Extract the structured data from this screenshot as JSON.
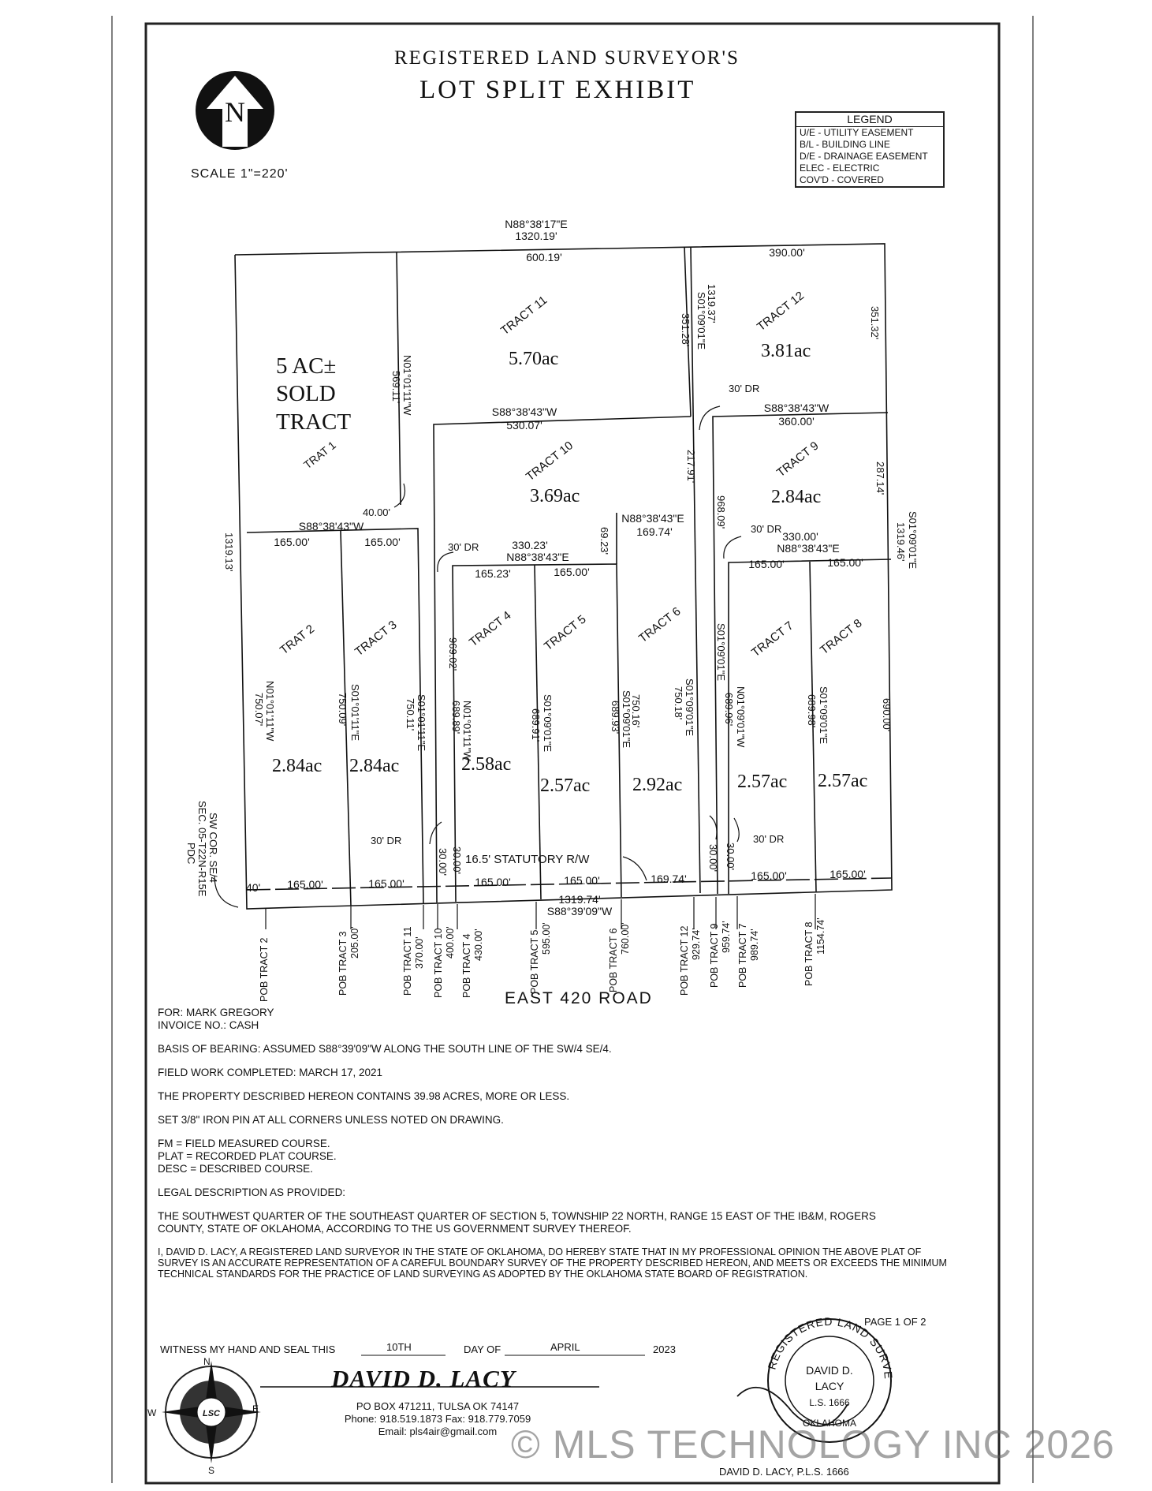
{
  "header": {
    "title_line1": "REGISTERED LAND SURVEYOR'S",
    "title_line2": "LOT SPLIT EXHIBIT",
    "north": "N",
    "scale": "SCALE 1\"=220'"
  },
  "legend": {
    "title": "LEGEND",
    "items": [
      "U/E - UTILITY EASEMENT",
      "B/L - BUILDING LINE",
      "D/E - DRAINAGE EASEMENT",
      "ELEC - ELECTRIC",
      "COV'D - COVERED"
    ]
  },
  "plat": {
    "top_bearing": "N88°38'17\"E",
    "top_distance": "1320.19'",
    "top_left_dist": "600.19'",
    "top_right_dist": "390.00'",
    "sold": [
      "5 AC±",
      "SOLD",
      "TRACT"
    ],
    "trat1": "TRAT 1",
    "tract11": "TRACT 11",
    "ac11": "5.70ac",
    "tract12": "TRACT 12",
    "ac12": "3.81ac",
    "tract10": "TRACT 10",
    "ac10": "3.69ac",
    "tract9": "TRACT 9",
    "ac9": "2.84ac",
    "trat2": "TRAT 2",
    "ac2": "2.84ac",
    "tract3": "TRACT 3",
    "ac3": "2.84ac",
    "tract4": "TRACT 4",
    "ac4": "2.58ac",
    "tract5": "TRACT 5",
    "ac5": "2.57ac",
    "tract6": "TRACT 6",
    "ac6": "2.92ac",
    "tract7": "TRACT 7",
    "ac7": "2.57ac",
    "tract8": "TRACT 8",
    "ac8": "2.57ac",
    "b_569": "N01°01'11\"W",
    "d_569": "569.11'",
    "b_1319_37": "S01°09'01\"E",
    "d_1319_37": "1319.37'",
    "d_351_28": "351.28'",
    "d_351_32": "351.32'",
    "dr30": "30' DR",
    "s10_bear": "S88°38'43\"W",
    "s10_dist": "530.07'",
    "s9_bear": "S88°38'43\"W",
    "s9_dist": "360.00'",
    "d_217": "217.91'",
    "d_287": "287.14'",
    "d_968": "968.09'",
    "b_1319_46": "S01°09'01\"E",
    "d_1319_46": "1319.46'",
    "d_1319_13": "1319.13'",
    "d_40": "40.00'",
    "s23_bear": "S88°38'43\"W",
    "d_165": "165.00'",
    "d_165_23": "165.23'",
    "b_330_23": "330.23'",
    "n_bear_45": "N88°38'43\"E",
    "d_69_23": "69.23'",
    "n_bear_6": "N88°38'43\"E",
    "d_169_74": "169.74'",
    "d_330": "330.00'",
    "n_bear_78": "N88°38'43\"E",
    "v2_b": "N01°01'11\"W",
    "v2_d": "750.07'",
    "v3_b": "S01°01'11\"E",
    "v3_d": "750.09'",
    "v3r_b": "S01°01'11\"E",
    "v3r_d": "750.11'",
    "d_969": "969.02'",
    "v4_b": "N01°01'11\"W",
    "v4_d": "689.89'",
    "v5_b": "S01°09'01\"E",
    "v5_d": "689.91'",
    "v6_b": "S01°09'01\"E",
    "v6_d": "689.93'",
    "v6r_d": "750.16'",
    "v6rr_b": "S01°09'01\"E",
    "v6rr_d": "750.18'",
    "v7l_b": "S01°09'01\"E",
    "v7_b": "N01°09'01\"W",
    "v7_d": "689.96'",
    "v8_b": "S01°09'01\"E",
    "v8_d": "689.98'",
    "v8r_d": "690.00'",
    "d_30": "30.00'",
    "row": "16.5' STATUTORY R/W",
    "d_40s": "40'",
    "bottom_dist": "1319.74'",
    "bottom_bear": "S88°39'09\"W",
    "sw_cor": [
      "SW COR. SE/4",
      "SEC. 05-T22N-R15E",
      "PDC"
    ],
    "pob": [
      {
        "t": "POB TRACT 2",
        "d": ""
      },
      {
        "t": "POB TRACT 3",
        "d": "205.00'"
      },
      {
        "t": "POB TRACT 11",
        "d": "370.00'"
      },
      {
        "t": "POB TRACT 10",
        "d": "400.00'"
      },
      {
        "t": "POB TRACT 4",
        "d": "430.00'"
      },
      {
        "t": "POB TRACT 5",
        "d": "595.00'"
      },
      {
        "t": "POB TRACT 6",
        "d": "760.00'"
      },
      {
        "t": "POB TRACT 12",
        "d": "929.74'"
      },
      {
        "t": "POB TRACT 9",
        "d": "959.74'"
      },
      {
        "t": "POB TRACT 7",
        "d": "989.74'"
      },
      {
        "t": "POB TRACT 8",
        "d": "1154.74'"
      }
    ],
    "road": "EAST 420 ROAD"
  },
  "notes": {
    "for": "FOR: MARK GREGORY",
    "invoice": "INVOICE NO.: CASH",
    "basis": "BASIS OF BEARING: ASSUMED S88°39'09\"W ALONG THE SOUTH LINE OF THE SW/4 SE/4.",
    "field": "FIELD WORK COMPLETED: MARCH 17, 2021",
    "contains": "THE PROPERTY DESCRIBED HEREON CONTAINS 39.98 ACRES, MORE OR LESS.",
    "iron": "SET 3/8\" IRON PIN AT ALL CORNERS UNLESS NOTED ON DRAWING.",
    "fm": "FM = FIELD MEASURED COURSE.",
    "plat": "PLAT = RECORDED PLAT COURSE.",
    "desc": "DESC = DESCRIBED COURSE.",
    "legal_head": "LEGAL DESCRIPTION AS PROVIDED:",
    "legal1": "THE SOUTHWEST QUARTER OF THE SOUTHEAST QUARTER OF SECTION 5, TOWNSHIP 22 NORTH, RANGE 15 EAST OF THE IB&M, ROGERS",
    "legal2": "COUNTY, STATE OF OKLAHOMA, ACCORDING TO THE US GOVERNMENT SURVEY THEREOF.",
    "cert1": "I, DAVID D. LACY, A REGISTERED LAND SURVEYOR IN THE STATE OF OKLAHOMA, DO HEREBY STATE THAT IN MY PROFESSIONAL OPINION THE ABOVE PLAT OF",
    "cert2": "SURVEY IS AN ACCURATE REPRESENTATION OF A CAREFUL BOUNDARY SURVEY OF THE PROPERTY DESCRIBED HEREON, AND MEETS OR EXCEEDS THE MINIMUM",
    "cert3": "TECHNICAL STANDARDS FOR THE PRACTICE OF LAND SURVEYING AS ADOPTED BY THE OKLAHOMA STATE BOARD OF REGISTRATION.",
    "page": "PAGE 1 OF 2",
    "witness": "WITNESS MY HAND AND SEAL THIS",
    "day_num": "10TH",
    "day_of": "DAY OF",
    "month": "APRIL",
    "year": "2023"
  },
  "signature": {
    "name": "DAVID D. LACY",
    "address": "PO BOX 471211, TULSA OK 74147",
    "phone": "Phone: 918.519.1873   Fax: 918.779.7059",
    "email": "Email: pls4air@gmail.com",
    "seal_top": "REGISTERED LAND SURVEYOR",
    "seal_name1": "DAVID D.",
    "seal_name2": "LACY",
    "seal_num": "L.S. 1666",
    "seal_state": "OKLAHOMA",
    "seal_bottom": "DAVID D. LACY, P.L.S. 1666",
    "compass_n": "N",
    "compass_e": "E",
    "compass_w": "W",
    "compass_s": "S",
    "compass_mid": "LSC"
  },
  "watermark": "© MLS TECHNOLOGY INC 2026"
}
